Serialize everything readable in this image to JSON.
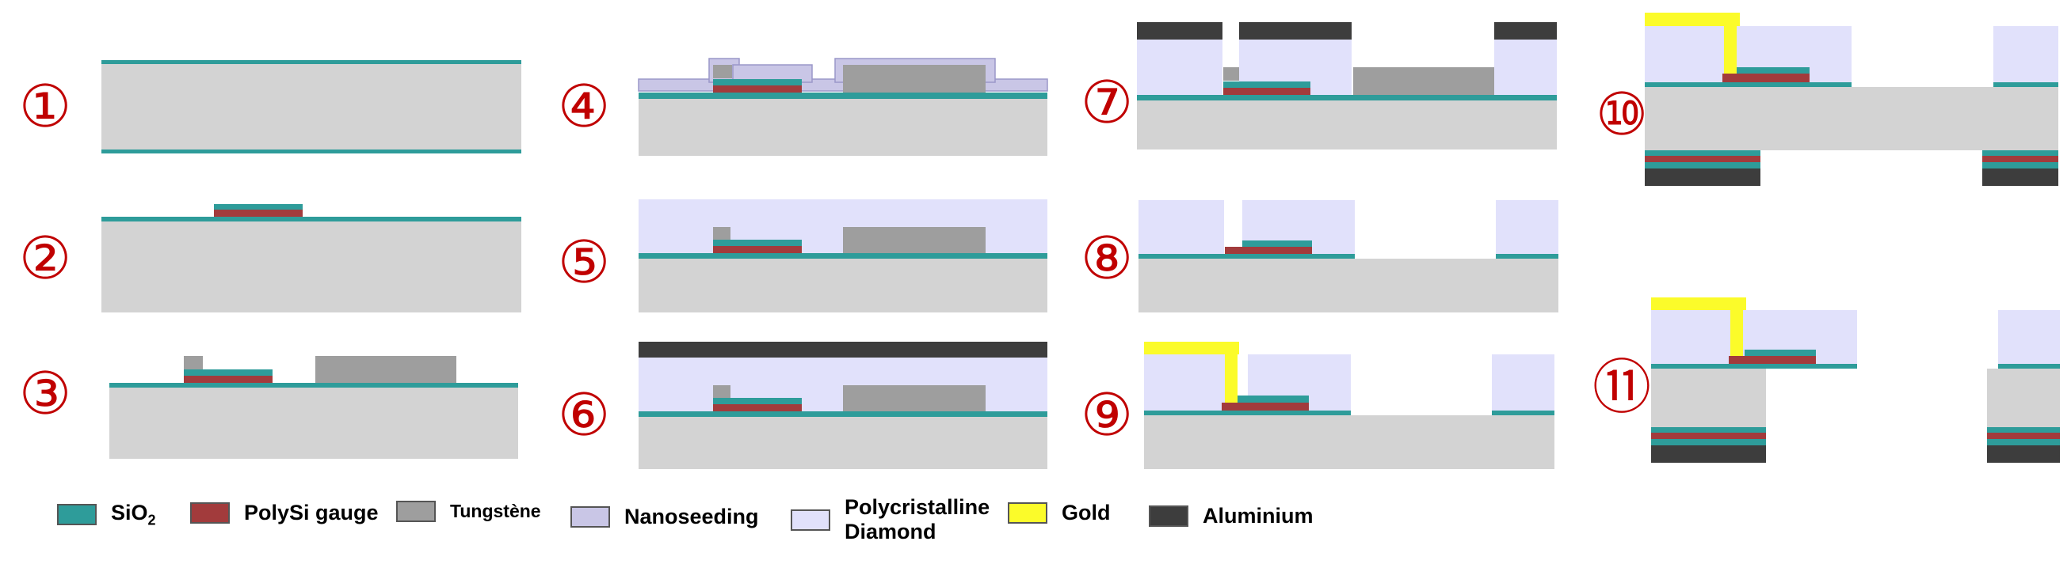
{
  "steps": [
    "①",
    "②",
    "③",
    "④",
    "⑤",
    "⑥",
    "⑦",
    "⑧",
    "⑨",
    "⑩",
    "⑪"
  ],
  "colors": {
    "sio2": "#2e9c9a",
    "polysi": "#a23b3c",
    "tungsten": "#9e9e9e",
    "nanoseeding": "#c9c6e6",
    "nanoseeding_edge": "#9a97c9",
    "diamond": "#e1e1fb",
    "gold": "#fbfb2a",
    "aluminium": "#3d3d3d",
    "substrate": "#d3d3d3",
    "step_number": "#c00000"
  },
  "legend": [
    {
      "key": "sio2",
      "label_main": "SiO",
      "label_sub": "2"
    },
    {
      "key": "polysi",
      "label": "PolySi gauge"
    },
    {
      "key": "tungsten",
      "label": "Tungstène"
    },
    {
      "key": "nanoseeding",
      "label": "Nanoseeding"
    },
    {
      "key": "diamond",
      "label_line1": "Polycristalline",
      "label_line2": "Diamond"
    },
    {
      "key": "gold",
      "label": "Gold"
    },
    {
      "key": "aluminium",
      "label": "Aluminium"
    }
  ]
}
